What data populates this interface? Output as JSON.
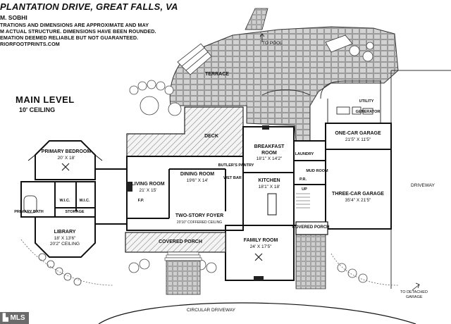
{
  "header": {
    "title": "PLANTATION DRIVE, GREAT FALLS, VA",
    "author": "M. SOBHI",
    "disclaimer": [
      "TRATIONS AND DIMENSIONS ARE APPROXIMATE AND MAY",
      "M ACTUAL STRUCTURE. DIMENSIONS HAVE BEEN ROUNDED.",
      "EMATION DEEMED RELIABLE BUT NOT GUARANTEED.",
      "RIORFOOTPRINTS.COM"
    ]
  },
  "level": {
    "name": "MAIN LEVEL",
    "ceiling": "10' CEILING"
  },
  "rooms": {
    "primary_bedroom": {
      "name": "PRIMARY BEDROOM",
      "dims": "20' X 18'"
    },
    "library": {
      "name": "LIBRARY",
      "dims": "18' X 13'6\"",
      "extra": "20'2\" CEILING"
    },
    "living_room": {
      "name": "LIVING ROOM",
      "dims": "21' X 15'"
    },
    "dining_room": {
      "name": "DINING ROOM",
      "dims": "19'6\" X 14'"
    },
    "two_story_foyer": {
      "name": "TWO-STORY FOYER",
      "extra": "20'10\" COFFERED CEILING"
    },
    "covered_porch_front": {
      "name": "COVERED PORCH"
    },
    "family_room": {
      "name": "FAMILY ROOM",
      "dims": "24' X 17'5\""
    },
    "breakfast_room": {
      "name": "BREAKFAST",
      "name2": "ROOM",
      "dims": "18'1\" X 14'2\""
    },
    "kitchen": {
      "name": "KITCHEN",
      "dims": "18'1\" X 18'"
    },
    "covered_porch_side": {
      "name": "COVERED PORCH"
    },
    "one_car_garage": {
      "name": "ONE-CAR GARAGE",
      "dims": "21'5\" X 11'5\""
    },
    "three_car_garage": {
      "name": "THREE-CAR GARAGE",
      "dims": "35'4\" X 21'5\""
    },
    "deck": {
      "name": "DECK"
    },
    "terrace": {
      "name": "TERRACE"
    }
  },
  "small_labels": {
    "primary_bath": "PRIMARY BATH",
    "wic": "W.I.C.",
    "storage": "STORAGE",
    "fp": "F.P.",
    "butlers_pantry": "BUTLER'S PANTRY",
    "wet_bar": "WET BAR",
    "laundry": "LAUNDRY",
    "mud_room": "MUD ROOM",
    "pr": "P.R.",
    "utility": "UTILITY",
    "generator": "GENERATOR",
    "up": "UP"
  },
  "exterior": {
    "to_pool": "TO POOL",
    "driveway": "DRIVEWAY",
    "circular_driveway": "CIRCULAR DRIVEWAY",
    "to_detached": "TO DETACHED",
    "garage": "GARAGE"
  },
  "watermark": "MLS"
}
